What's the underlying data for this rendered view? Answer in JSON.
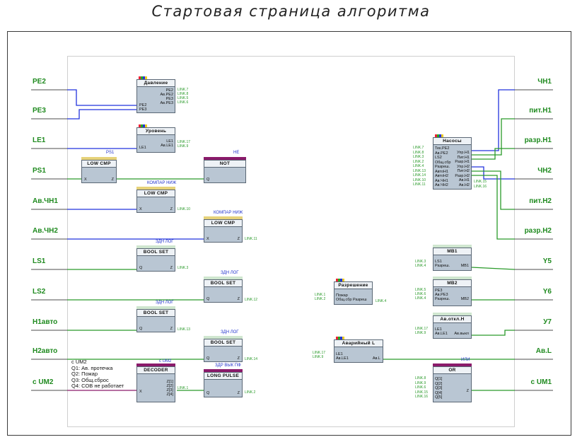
{
  "title": "Стартовая страница алгоритма",
  "inputs": [
    "PE2",
    "PE3",
    "LE1",
    "PS1",
    "Ав.ЧН1",
    "Ав.ЧН2",
    "LS1",
    "LS2",
    "H1авто",
    "H2авто",
    "c UM2"
  ],
  "outputs": [
    "ЧН1",
    "пит.Н1",
    "разр.Н1",
    "ЧН2",
    "пит.Н2",
    "разр.Н2",
    "Y5",
    "Y6",
    "У7",
    "Ав.L",
    "c UM1"
  ],
  "blocks": {
    "davlenie": {
      "title": "Давление",
      "out": [
        "PE2",
        "Ав.PE2",
        "PE3",
        "Ав.PE3"
      ],
      "in": [
        "PE2",
        "PE3"
      ],
      "links": [
        "LINK.7",
        "LINK.8",
        "LINK.5",
        "LINK.6"
      ]
    },
    "uroven": {
      "title": "Уровень",
      "out": [
        "LE1",
        "Ав.LE1"
      ],
      "in": [
        "LE1"
      ],
      "links": [
        "LINK.17",
        "LINK.9"
      ]
    },
    "lowcmp1": {
      "title": "LOW CMP",
      "in": "X",
      "out": "Z",
      "caption": "PS1"
    },
    "not": {
      "title": "NOT",
      "in": "Q",
      "caption": "НЕ"
    },
    "lowcmp2": {
      "title": "LOW CMP",
      "in": "X",
      "out": "Z",
      "caption": "КОМПАР НИЖ",
      "link": "LINK.10"
    },
    "lowcmp3": {
      "title": "LOW CMP",
      "in": "X",
      "out": "Z",
      "caption": "КОМПАР НИЖ",
      "link": "LINK.11"
    },
    "boolset1": {
      "title": "BOOL SET",
      "in": "Q",
      "out": "Z",
      "caption": "ЗДН ЛОГ",
      "link": "LINK.3"
    },
    "boolset2": {
      "title": "BOOL SET",
      "in": "Q",
      "out": "Z",
      "caption": "ЗДН ЛОГ",
      "link": "LINK.12"
    },
    "boolset3": {
      "title": "BOOL SET",
      "in": "Q",
      "out": "Z",
      "caption": "ЗДН ЛОГ",
      "link": "LINK.13"
    },
    "boolset4": {
      "title": "BOOL SET",
      "in": "Q",
      "out": "Z",
      "caption": "ЗДН ЛОГ",
      "link": "LINK.14"
    },
    "decoder": {
      "title": "DECODER",
      "in": "X",
      "out": [
        "Z[1]",
        "Z[2]",
        "Z[3]",
        "Z[4]"
      ],
      "caption": "c UM2",
      "link": "LINK.1"
    },
    "longpulse": {
      "title": "LONG PULSE",
      "in": "Q",
      "out": "Z",
      "caption": "ЗДР ВЫК ПФ",
      "link": "LINK.2"
    },
    "razreshenie": {
      "title": "Разрешение",
      "in": [
        "Пожар",
        "Общ.сбр Разреш"
      ],
      "in_links": [
        "LINK.1",
        "LINK.2"
      ],
      "link": "LINK.4"
    },
    "avariyniy": {
      "title": "Аварийный L",
      "in": [
        "LE1",
        "Ав.LE1"
      ],
      "in_links": [
        "LINK.17",
        "LINK.9"
      ],
      "out": "Ав.L"
    },
    "nasosy": {
      "title": "Насосы",
      "in": [
        "Тек.PE2",
        "Ав.PE2",
        "LS2",
        "Общ.сбр",
        "Разреш.",
        "АвтоН1",
        "АвтоН2",
        "Ав.ЧН1",
        "Ав.ЧН2"
      ],
      "in_links": [
        "LINK.7",
        "LINK.8",
        "LINK.3",
        "LINK.2",
        "LINK.4",
        "LINK.13",
        "LINK.14",
        "LINK.10",
        "LINK.11"
      ],
      "out": [
        "Упр.Н1",
        "Пит.Н1",
        "Разр.Н1",
        "Упр.Н2",
        "Пит.Н2",
        "Разр.Н2",
        "Ав.Н1",
        "Ав.Н2"
      ],
      "out_links": [
        "LINK.15",
        "LINK.16"
      ]
    },
    "mb1": {
      "title": "MB1",
      "in": [
        "LS1",
        "Разреш."
      ],
      "in_links": [
        "LINK.3",
        "LINK.4"
      ],
      "out": "MB1"
    },
    "mb2": {
      "title": "MB2",
      "in": [
        "PE3",
        "Ав.PE3",
        "Разреш."
      ],
      "in_links": [
        "LINK.5",
        "LINK.6",
        "LINK.4"
      ],
      "out": "MB2"
    },
    "avoklh": {
      "title": "Ав.откл.Н",
      "in": [
        "LE1",
        "Ав.LE1"
      ],
      "in_links": [
        "LINK.17",
        "LINK.9"
      ],
      "out": "Ав.выкл"
    },
    "or": {
      "title": "OR",
      "caption": "ИЛИ",
      "in": [
        "Q[1]",
        "Q[2]",
        "Q[3]",
        "Q[4]",
        "Q[5]"
      ],
      "in_links": [
        "LINK.8",
        "LINK.9",
        "LINK.6",
        "LINK.15",
        "LINK.16"
      ],
      "out": "Z"
    }
  },
  "legend": "c UM2\nQ1: Ав. протечка\nQ2: Пожар\nQ3: Общ.сброс\nQ4: СОВ не работает",
  "colors": {
    "wire_green": "#2a9a2a",
    "wire_blue": "#2233dd",
    "wire_purple": "#8a1a6a",
    "wire_gray": "#888888",
    "label_green": "#1f8a1f"
  }
}
